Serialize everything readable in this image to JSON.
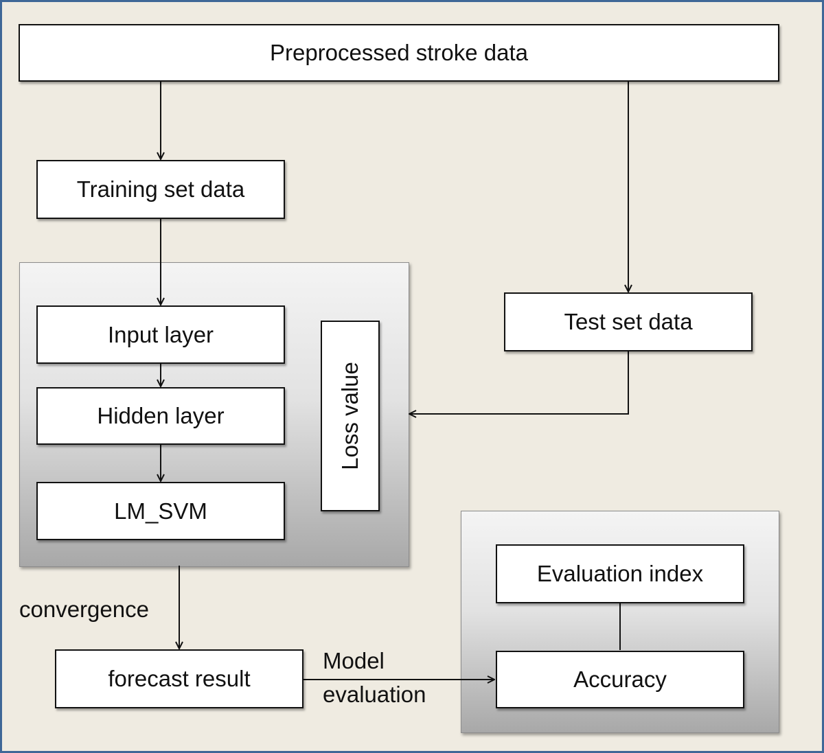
{
  "nodes": {
    "preprocessed": "Preprocessed stroke data",
    "training": "Training set data",
    "input_layer": "Input layer",
    "hidden_layer": "Hidden layer",
    "lm_svm": "LM_SVM",
    "loss_value": "Loss value",
    "test": "Test set data",
    "forecast": "forecast result",
    "evaluation_index": "Evaluation index",
    "accuracy": "Accuracy"
  },
  "edge_labels": {
    "convergence": "convergence",
    "model_evaluation_line1": "Model",
    "model_evaluation_line2": "evaluation"
  },
  "colors": {
    "frame_border": "#3f6797",
    "background": "#efebe1",
    "box_border": "#111111",
    "arrow": "#111111"
  }
}
